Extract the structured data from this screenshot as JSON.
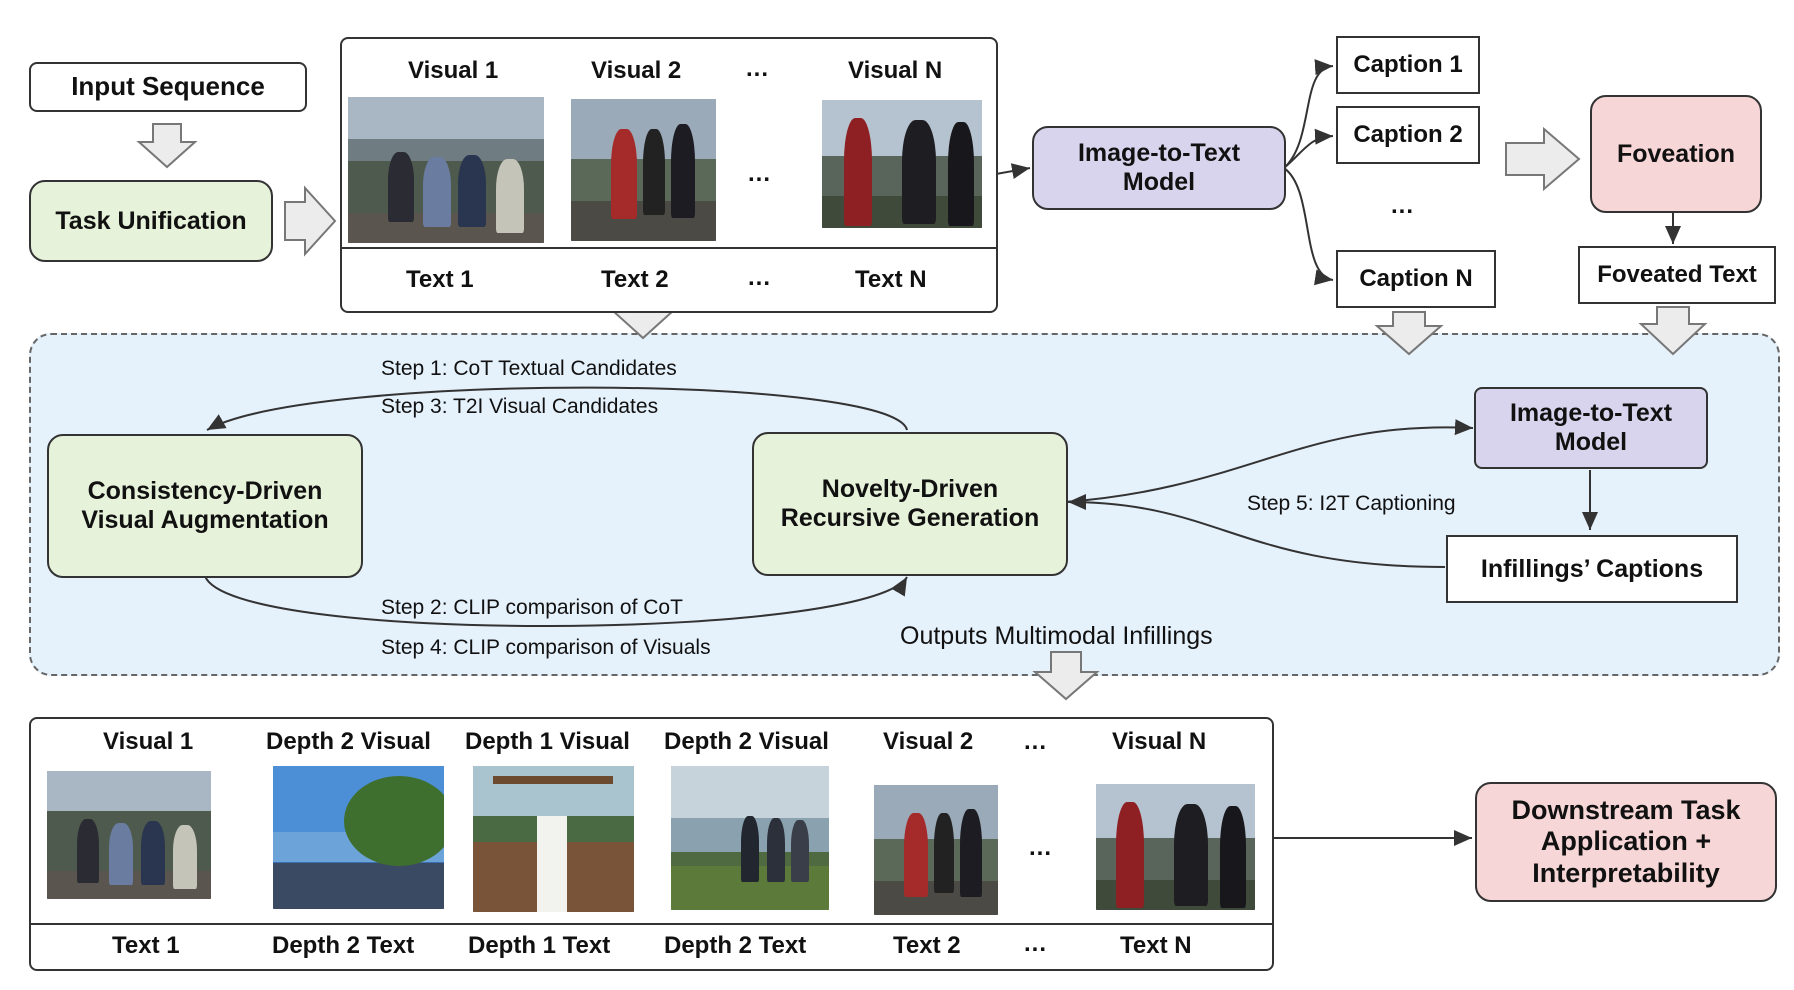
{
  "top": {
    "input_sequence": "Input Sequence",
    "task_unification": "Task Unification",
    "visual_labels": [
      "Visual 1",
      "Visual 2",
      "...",
      "Visual N"
    ],
    "text_labels": [
      "Text 1",
      "Text 2",
      "...",
      "Text N"
    ],
    "mid_dots": "...",
    "i2t_model": "Image-to-Text Model",
    "captions": [
      "Caption 1",
      "Caption 2",
      "...",
      "Caption N"
    ],
    "foveation": "Foveation",
    "foveated_text": "Foveated Text"
  },
  "loop": {
    "consistency": "Consistency-Driven Visual Augmentation",
    "novelty": "Novelty-Driven Recursive Generation",
    "i2t_model": "Image-to-Text Model",
    "infillings_captions": "Infillings’ Captions",
    "step1": "Step 1:  CoT Textual Candidates",
    "step3": "Step 3:  T2I  Visual Candidates",
    "step2": "Step 2: CLIP comparison of CoT",
    "step4": "Step 4:  CLIP  comparison of Visuals",
    "step5": "Step 5: I2T Captioning",
    "outputs": "Outputs Multimodal Infillings"
  },
  "bottom": {
    "visual_labels": [
      "Visual 1",
      "Depth 2 Visual",
      "Depth 1 Visual",
      "Depth 2 Visual",
      "Visual 2",
      "...",
      "Visual N"
    ],
    "text_labels": [
      "Text 1",
      "Depth 2 Text",
      "Depth 1 Text",
      "Depth 2 Text",
      "Text 2",
      "...",
      "Text N"
    ],
    "mid_dots": "...",
    "downstream": "Downstream Task Application + Interpretability"
  },
  "colors": {
    "green": "#e7f2da",
    "purple": "#d9d4ed",
    "pink": "#f6d6d6",
    "region": "#e5f1fb"
  }
}
